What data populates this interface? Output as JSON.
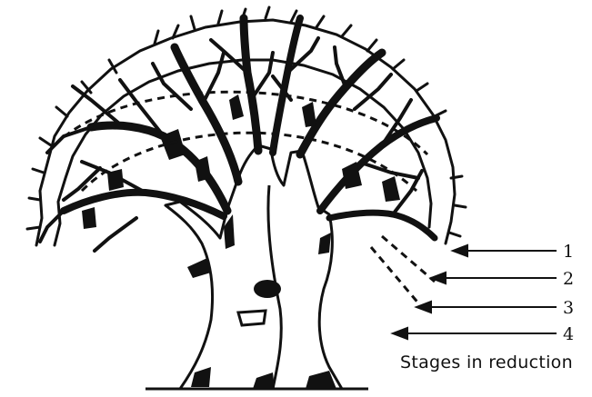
{
  "figure": {
    "caption": "Stages in reduction",
    "stage_labels": [
      "1",
      "2",
      "3",
      "4"
    ],
    "colors": {
      "ink": "#111111",
      "background": "#ffffff"
    }
  }
}
